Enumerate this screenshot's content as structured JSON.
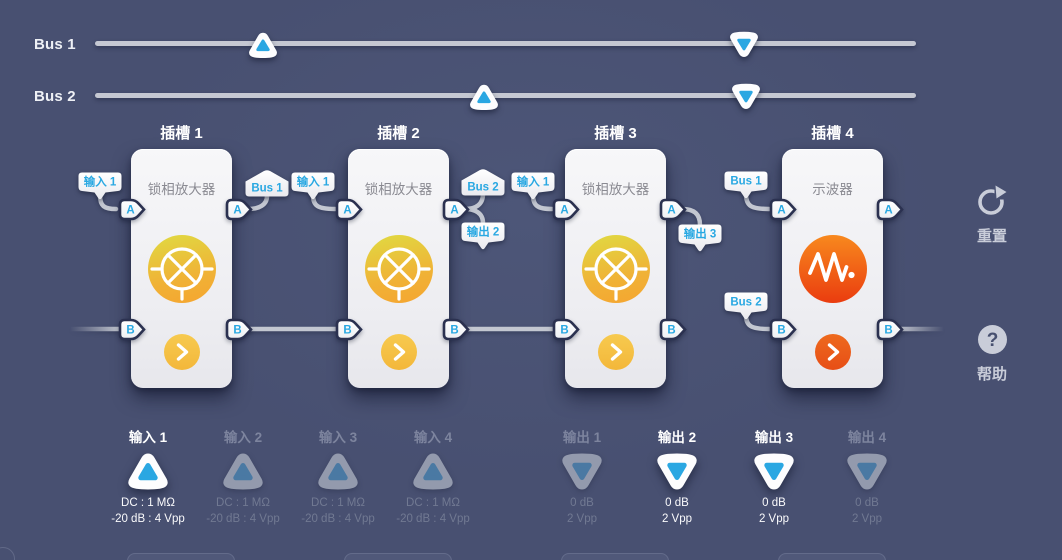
{
  "colors": {
    "background": "#485071",
    "accent_blue": "#2aa7e2",
    "wire_gray": "#c5c8d2",
    "card_white": "#f3f3f6",
    "port_outline": "#2b3150",
    "lockin_yellow": "#f2ab33",
    "scope_orange": "#ee5a17"
  },
  "buses": [
    {
      "label": "Bus 1"
    },
    {
      "label": "Bus 2"
    }
  ],
  "port_labels": {
    "a": "A",
    "b": "B"
  },
  "slots": [
    {
      "header": "插槽 1",
      "instrument": "锁相放大器",
      "icon": "mixer-icon"
    },
    {
      "header": "插槽 2",
      "instrument": "锁相放大器",
      "icon": "mixer-icon"
    },
    {
      "header": "插槽 3",
      "instrument": "锁相放大器",
      "icon": "mixer-icon"
    },
    {
      "header": "插槽 4",
      "instrument": "示波器",
      "icon": "waveform-icon"
    }
  ],
  "tags": {
    "slot1_input": "输入 1",
    "slot1_bus_out": "Bus 1",
    "slot2_input": "输入 1",
    "slot2_bus_out": "Bus 2",
    "slot2_output": "输出 2",
    "slot3_input": "输入 1",
    "slot3_output": "输出 3",
    "slot4_bus_in_a": "Bus 1",
    "slot4_bus_in_b": "Bus 2"
  },
  "side_buttons": {
    "reset": "重置",
    "help": "帮助"
  },
  "icons": {
    "help_glyph": "?"
  },
  "io": {
    "inputs": [
      {
        "label": "输入 1",
        "line1": "DC : 1 MΩ",
        "line2": "-20 dB : 4 Vpp",
        "active": true
      },
      {
        "label": "输入 2",
        "line1": "DC : 1 MΩ",
        "line2": "-20 dB : 4 Vpp",
        "active": false
      },
      {
        "label": "输入 3",
        "line1": "DC : 1 MΩ",
        "line2": "-20 dB : 4 Vpp",
        "active": false
      },
      {
        "label": "输入 4",
        "line1": "DC : 1 MΩ",
        "line2": "-20 dB : 4 Vpp",
        "active": false
      }
    ],
    "outputs": [
      {
        "label": "输出 1",
        "line1": "0 dB",
        "line2": "2 Vpp",
        "active": false
      },
      {
        "label": "输出 2",
        "line1": "0 dB",
        "line2": "2 Vpp",
        "active": true
      },
      {
        "label": "输出 3",
        "line1": "0 dB",
        "line2": "2 Vpp",
        "active": true
      },
      {
        "label": "输出 4",
        "line1": "0 dB",
        "line2": "2 Vpp",
        "active": false
      }
    ]
  }
}
